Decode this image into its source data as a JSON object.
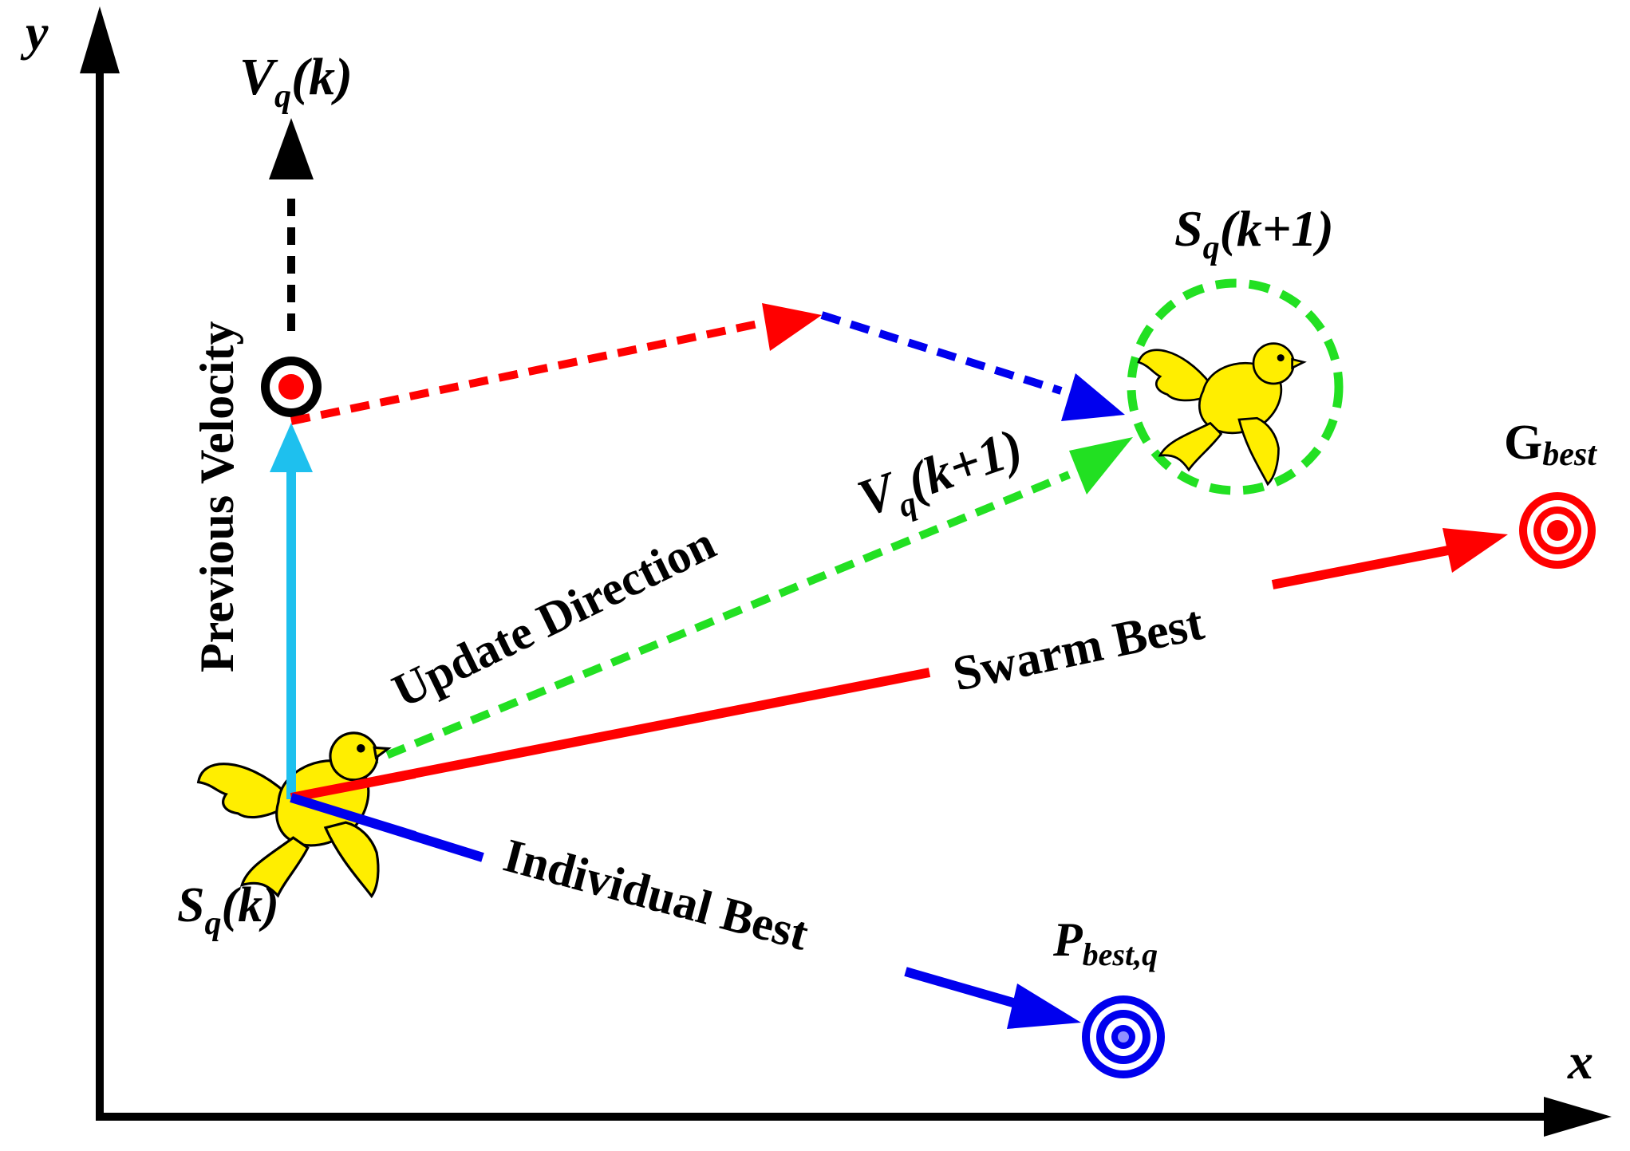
{
  "axes": {
    "x_label": "x",
    "y_label": "y"
  },
  "labels": {
    "vq_k_main": "V",
    "vq_k_sub": "q",
    "vq_k_tail": "(k)",
    "sq_k1_main": "S",
    "sq_k1_sub": "q",
    "sq_k1_tail": "(k+1)",
    "vq_k1_main": "V",
    "vq_k1_sub": "q",
    "vq_k1_tail": "(k+1)",
    "gbest_main": "G",
    "gbest_sub": "best",
    "sq_k_main": "S",
    "sq_k_sub": "q",
    "sq_k_tail": "(k)",
    "pbest_main": "P",
    "pbest_sub": "best,q",
    "previous_velocity": "Previous Velocity",
    "update_direction": "Update Direction",
    "swarm_best": "Swarm Best",
    "individual_best": "Individual Best"
  },
  "colors": {
    "axis": "#000000",
    "current_velocity": "#1ec0ee",
    "previous_velocity": "#000000",
    "swarm_best": "#ff0000",
    "individual_best": "#0000ee",
    "update_direction": "#22e022",
    "bird_fill": "#ffee00"
  }
}
